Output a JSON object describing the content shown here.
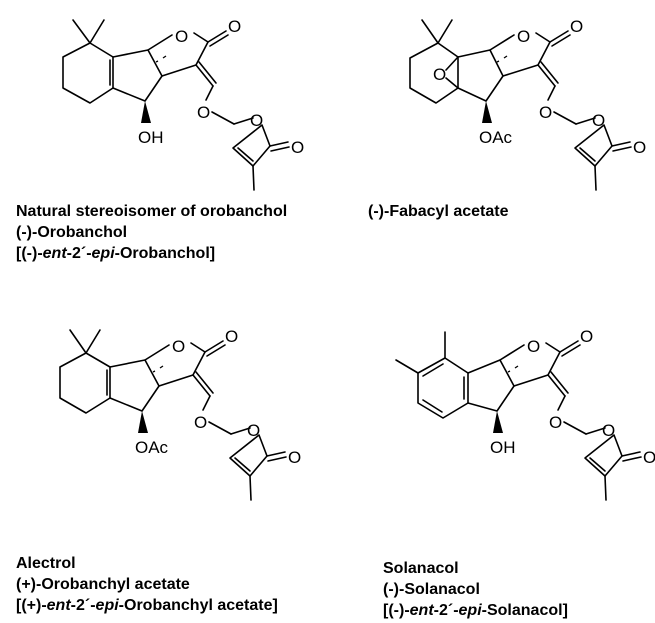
{
  "compounds": [
    {
      "substituent_label": "OH",
      "epoxide_label": "",
      "caption_line1": "Natural stereoisomer of orobanchol",
      "caption_line2": "(-)-Orobanchol",
      "caption_line3": {
        "pre": "[(-)-",
        "it1": "ent",
        "mid": "-2´-",
        "it2": "epi",
        "post": "-Orobanchol]"
      }
    },
    {
      "substituent_label": "OAc",
      "epoxide_label": "O",
      "caption_line1": "(-)-Fabacyl acetate",
      "caption_line2": "",
      "caption_line3": {
        "pre": "",
        "it1": "",
        "mid": "",
        "it2": "",
        "post": ""
      }
    },
    {
      "substituent_label": "OAc",
      "epoxide_label": "",
      "caption_line1": "Alectrol",
      "caption_line2": "(+)-Orobanchyl acetate",
      "caption_line3": {
        "pre": "[(+)-",
        "it1": "ent",
        "mid": "-2´-",
        "it2": "epi",
        "post": "-Orobanchyl acetate]"
      }
    },
    {
      "substituent_label": "OH",
      "epoxide_label": "",
      "caption_line1": "Solanacol",
      "caption_line2": "(-)-Solanacol",
      "caption_line3": {
        "pre": "[(-)-",
        "it1": "ent",
        "mid": "-2´-",
        "it2": "epi",
        "post": "-Solanacol]"
      }
    }
  ],
  "atoms": {
    "oxygen": "O"
  }
}
